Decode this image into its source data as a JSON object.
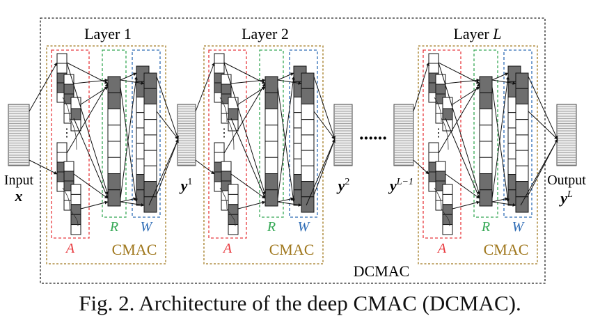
{
  "diagram": {
    "layers": [
      {
        "title": "Layer 1",
        "output_base": "y",
        "output_sup": "1"
      },
      {
        "title": "Layer 2",
        "output_base": "y",
        "output_sup": "2"
      },
      {
        "title": "Layer ",
        "title_var": "L",
        "input_base": "y",
        "input_sup": "L−1",
        "output_base": "y",
        "output_sup": "L"
      }
    ],
    "input": {
      "label": "Input",
      "var": "x"
    },
    "output": {
      "label": "Output"
    },
    "ellipsis": "······",
    "block_labels": {
      "A": "A",
      "R": "R",
      "W": "W",
      "cmac": "CMAC"
    },
    "outer_label": "DCMAC",
    "colors": {
      "A": "#e8383d",
      "R": "#35a855",
      "W": "#2e6cb5",
      "cmac": "#a0781e",
      "outer": "#222222"
    }
  },
  "caption": "Fig. 2. Architecture of the deep CMAC (DCMAC)."
}
